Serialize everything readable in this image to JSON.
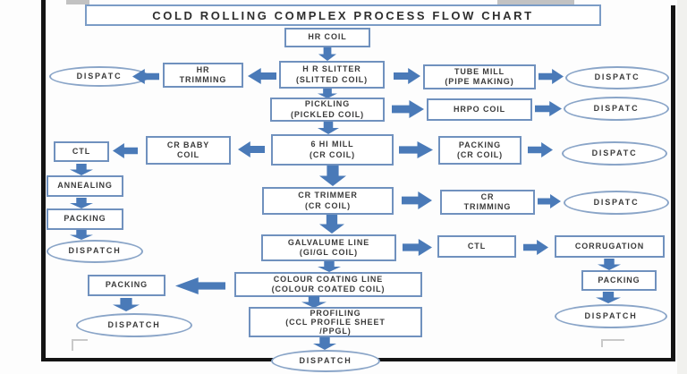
{
  "title": "COLD ROLLING COMPLEX PROCESS FLOW CHART",
  "colors": {
    "box_border": "#7091be",
    "ellipse_border": "#8aa5c8",
    "arrow_fill": "#4a7ab8",
    "frame_line": "#141414",
    "text": "#3a3a3a"
  },
  "nodes": {
    "hr_coil": {
      "label": "HR COIL",
      "shape": "box"
    },
    "dispatc_hr_trim": {
      "label": "DISPATC",
      "shape": "ellipse"
    },
    "hr_trimming": {
      "label": "HR\nTRIMMING",
      "shape": "box"
    },
    "hr_slitter": {
      "label": "H R SLITTER\n(SLITTED COIL)",
      "shape": "box"
    },
    "tube_mill": {
      "label": "TUBE MILL\n(PIPE MAKING)",
      "shape": "box"
    },
    "dispatc_tube_mill": {
      "label": "DISPATC",
      "shape": "ellipse"
    },
    "pickling": {
      "label": "PICKLING\n(PICKLED COIL)",
      "shape": "box"
    },
    "hrpo_coil": {
      "label": "HRPO COIL",
      "shape": "box"
    },
    "dispatc_hrpo": {
      "label": "DISPATC",
      "shape": "ellipse"
    },
    "ctl_top": {
      "label": "CTL",
      "shape": "box"
    },
    "cr_baby_coil": {
      "label": "CR BABY\nCOIL",
      "shape": "box"
    },
    "six_hi_mill": {
      "label": "6 HI MILL\n(CR COIL)",
      "shape": "box"
    },
    "packing_cr_coil": {
      "label": "PACKING\n(CR COIL)",
      "shape": "box"
    },
    "dispatc_packing_cr": {
      "label": "DISPATC",
      "shape": "ellipse"
    },
    "annealing": {
      "label": "ANNEALING",
      "shape": "box"
    },
    "packing_annealing": {
      "label": "PACKING",
      "shape": "box"
    },
    "dispatch_annealing": {
      "label": "DISPATCH",
      "shape": "ellipse"
    },
    "cr_trimmer": {
      "label": "CR TRIMMER\n(CR COIL)",
      "shape": "box"
    },
    "cr_trimming": {
      "label": "CR\nTRIMMING",
      "shape": "box"
    },
    "dispatc_cr_trimming": {
      "label": "DISPATC",
      "shape": "ellipse"
    },
    "galvalume_line": {
      "label": "GALVALUME LINE\n(GI/GL COIL)",
      "shape": "box"
    },
    "ctl_galvalume": {
      "label": "CTL",
      "shape": "box"
    },
    "corrugation": {
      "label": "CORRUGATION",
      "shape": "box"
    },
    "packing_corrugation": {
      "label": "PACKING",
      "shape": "box"
    },
    "dispatch_corrugation": {
      "label": "DISPATCH",
      "shape": "ellipse"
    },
    "colour_coating_line": {
      "label": "COLOUR COATING LINE\n(COLOUR COATED COIL)",
      "shape": "box"
    },
    "packing_ccl": {
      "label": "PACKING",
      "shape": "box"
    },
    "dispatch_ccl": {
      "label": "DISPATCH",
      "shape": "ellipse"
    },
    "profiling": {
      "label": "PROFILING\n(CCL PROFILE SHEET\n/PPGL)",
      "shape": "box"
    },
    "dispatch_profiling": {
      "label": "DISPATCH",
      "shape": "ellipse"
    }
  }
}
